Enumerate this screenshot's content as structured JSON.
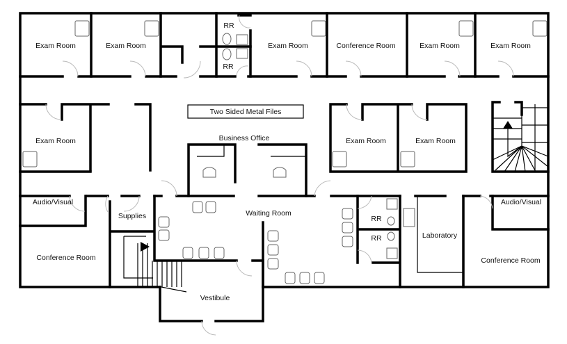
{
  "rooms": [
    "Exam Room",
    "Exam Room",
    "RR",
    "RR",
    "Exam Room",
    "Conference Room",
    "Exam Room",
    "Exam Room",
    "Exam Room",
    "Two Sided Metal Files",
    "Business Office",
    "Exam Room",
    "Exam Room",
    "Audio/Visual",
    "Supplies",
    "Waiting Room",
    "RR",
    "RR",
    "Laboratory",
    "Audio/Visual",
    "Conference Room",
    "Conference Room",
    "Vestibule"
  ],
  "colors": {
    "walls": "#000000",
    "fixtures": "#666666",
    "doors": "#bbbbbb",
    "background": "#ffffff"
  }
}
